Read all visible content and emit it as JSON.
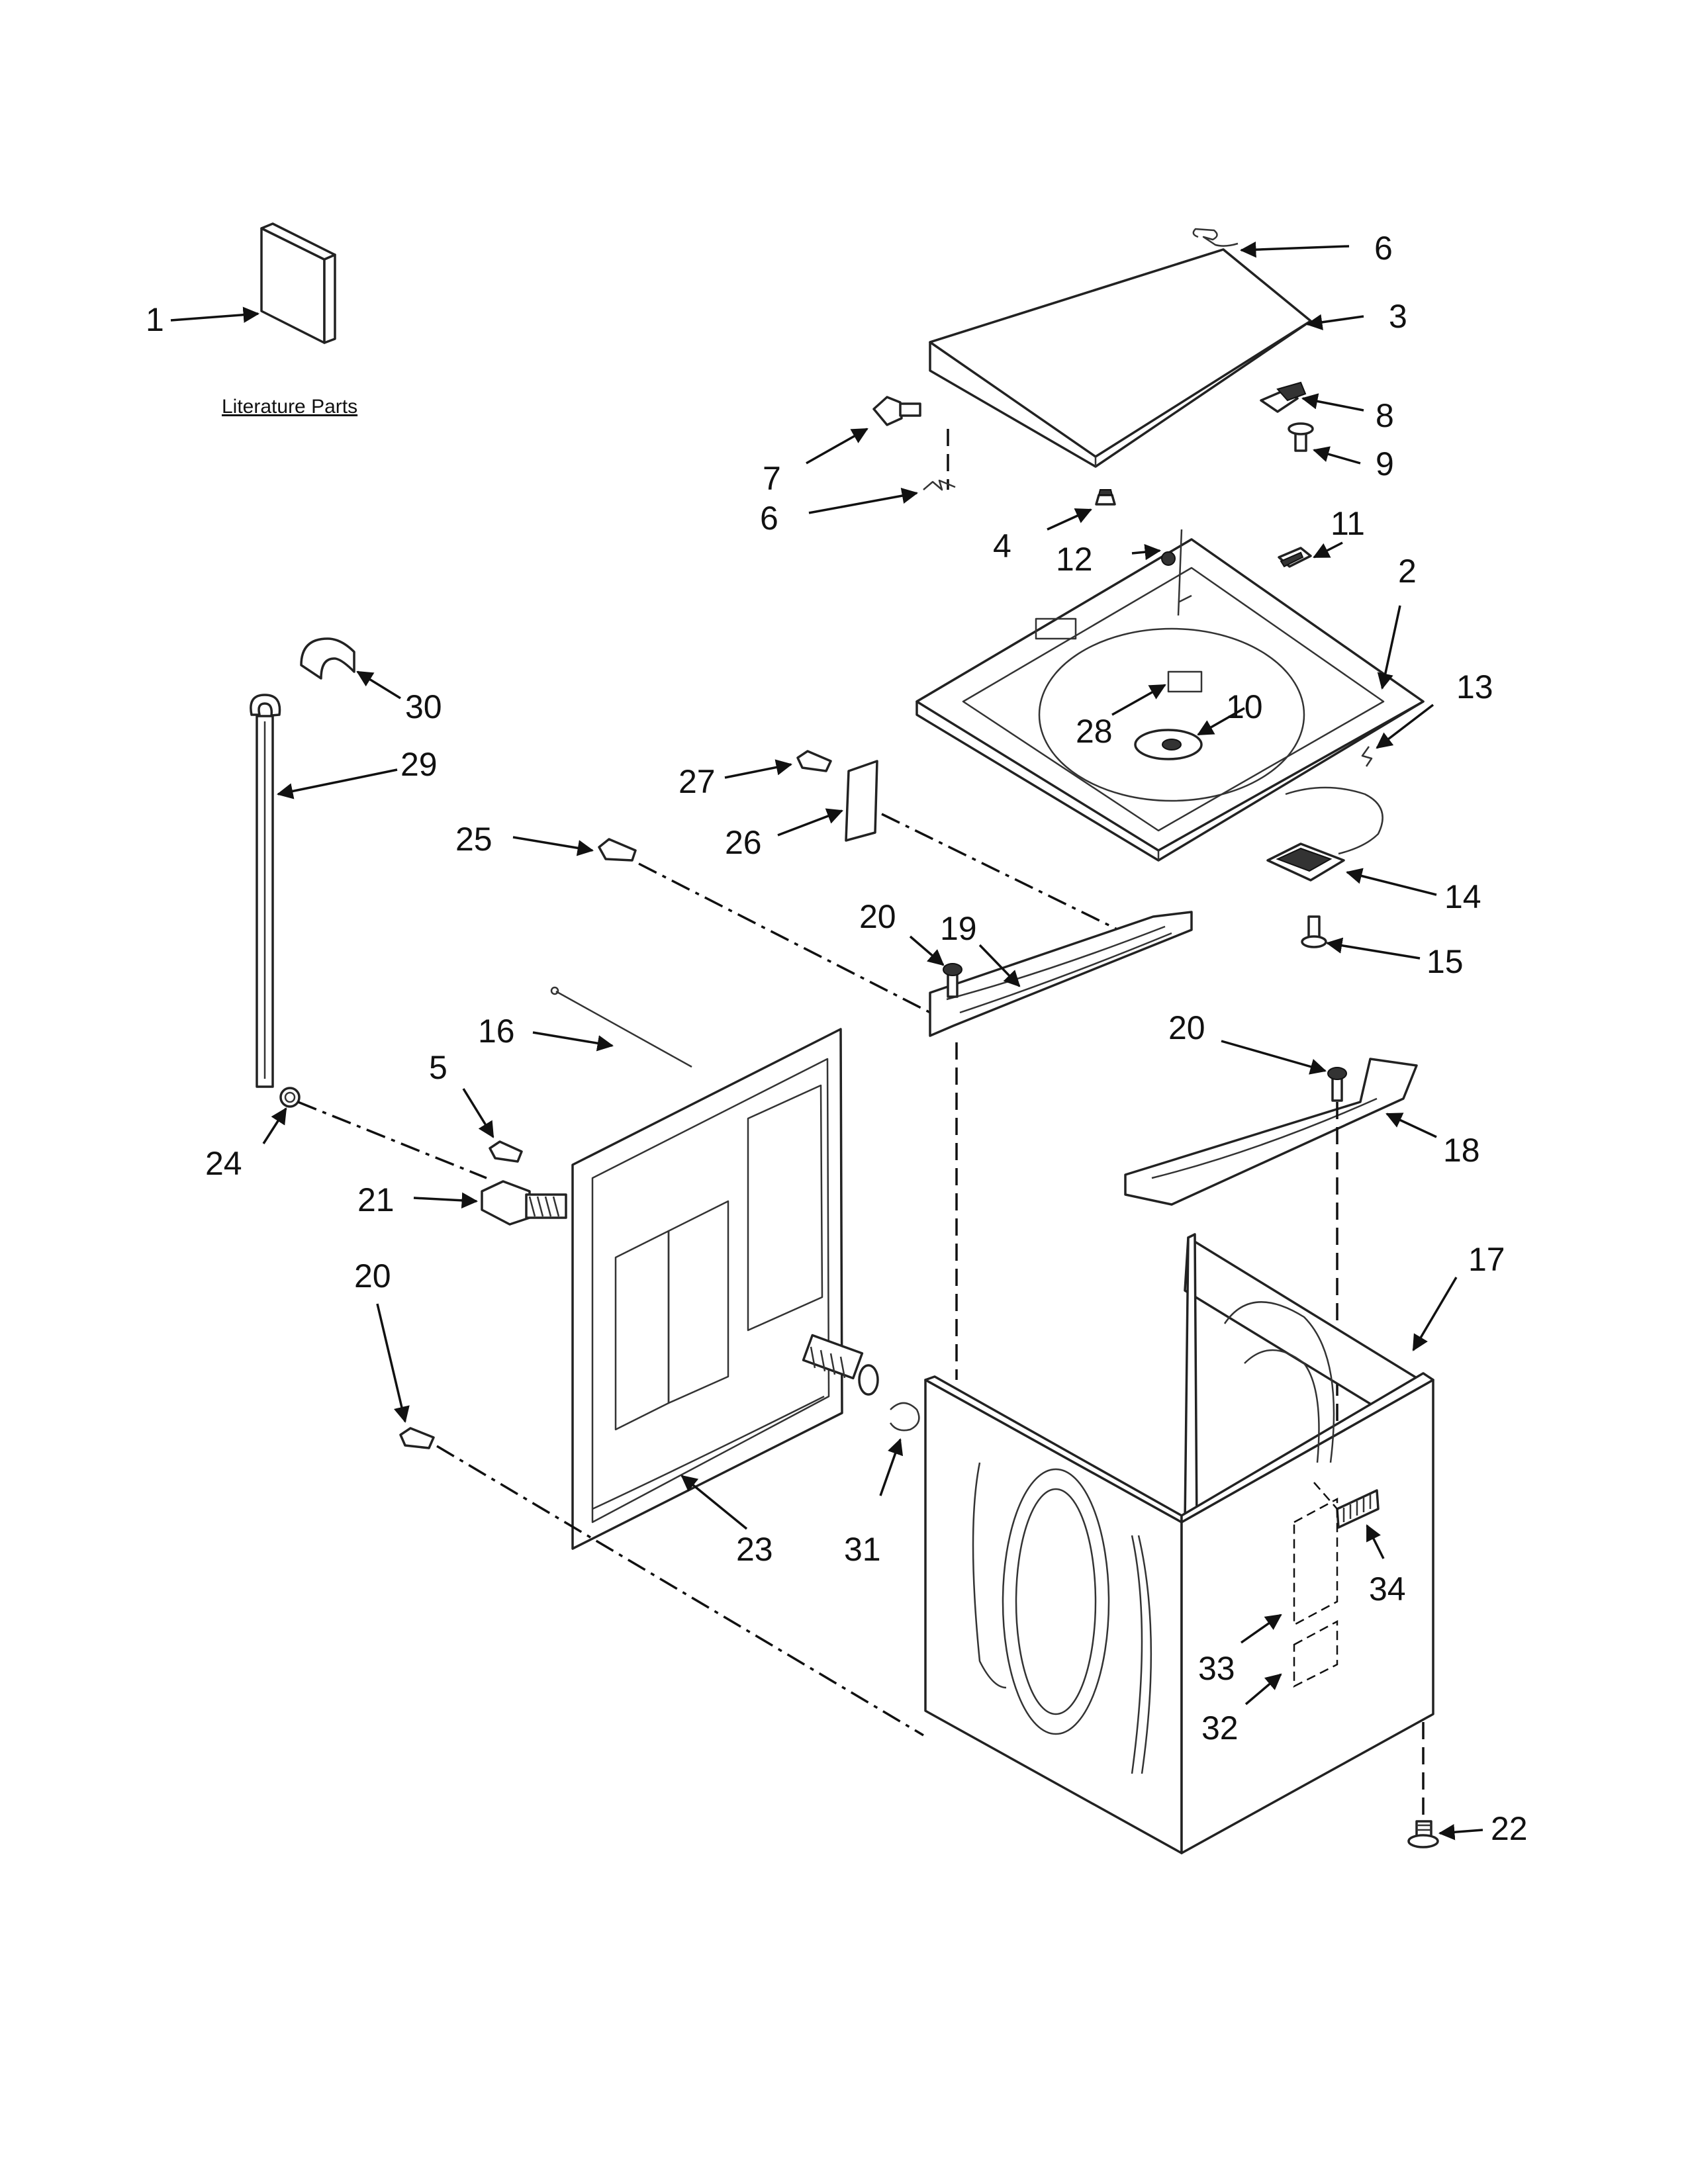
{
  "literature_label": "Literature Parts",
  "callouts": {
    "c1": "1",
    "c2": "2",
    "c3": "3",
    "c4": "4",
    "c5": "5",
    "c6a": "6",
    "c6b": "6",
    "c7": "7",
    "c8": "8",
    "c9": "9",
    "c10": "10",
    "c11": "11",
    "c12": "12",
    "c13": "13",
    "c14": "14",
    "c15": "15",
    "c16": "16",
    "c17": "17",
    "c18": "18",
    "c19": "19",
    "c20a": "20",
    "c20b": "20",
    "c20c": "20",
    "c21": "21",
    "c22": "22",
    "c23": "23",
    "c24": "24",
    "c25": "25",
    "c26": "26",
    "c27": "27",
    "c28": "28",
    "c29": "29",
    "c30": "30",
    "c31": "31",
    "c32": "32",
    "c33": "33",
    "c34": "34"
  }
}
